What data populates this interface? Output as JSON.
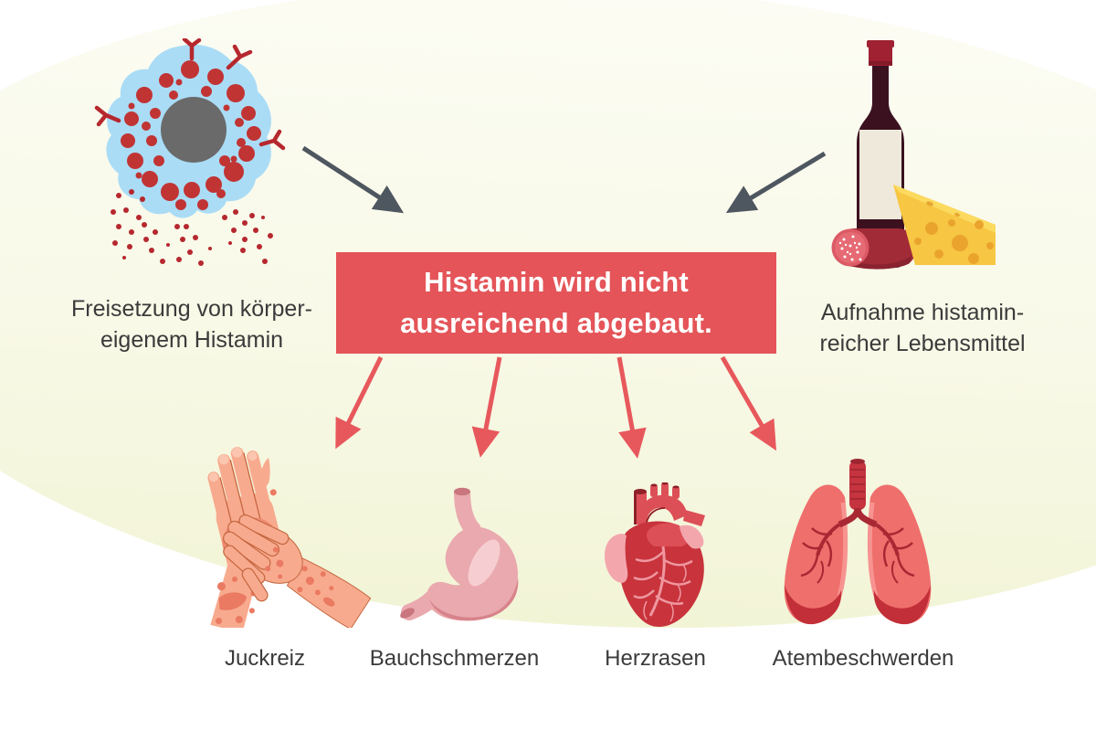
{
  "colors": {
    "accent_red": "#e45458",
    "arrow_red": "#e7585c",
    "arrow_gray": "#4e565f",
    "background_tint": "#f3f5d8"
  },
  "causes": [
    {
      "icon": "mast-cell-icon",
      "label": "Freisetzung von körper-\neigenem Histamin"
    },
    {
      "icon": "histamine-foods-icon",
      "label": "Aufnahme histamin-\nreicher Lebensmittel"
    }
  ],
  "central_statement": "Histamin wird nicht\nausreichend abgebaut.",
  "symptoms": [
    {
      "icon": "itchy-hands-icon",
      "label": "Juckreiz"
    },
    {
      "icon": "stomach-icon",
      "label": "Bauchschmerzen"
    },
    {
      "icon": "heart-icon",
      "label": "Herzrasen"
    },
    {
      "icon": "lungs-icon",
      "label": "Atembeschwerden"
    }
  ]
}
